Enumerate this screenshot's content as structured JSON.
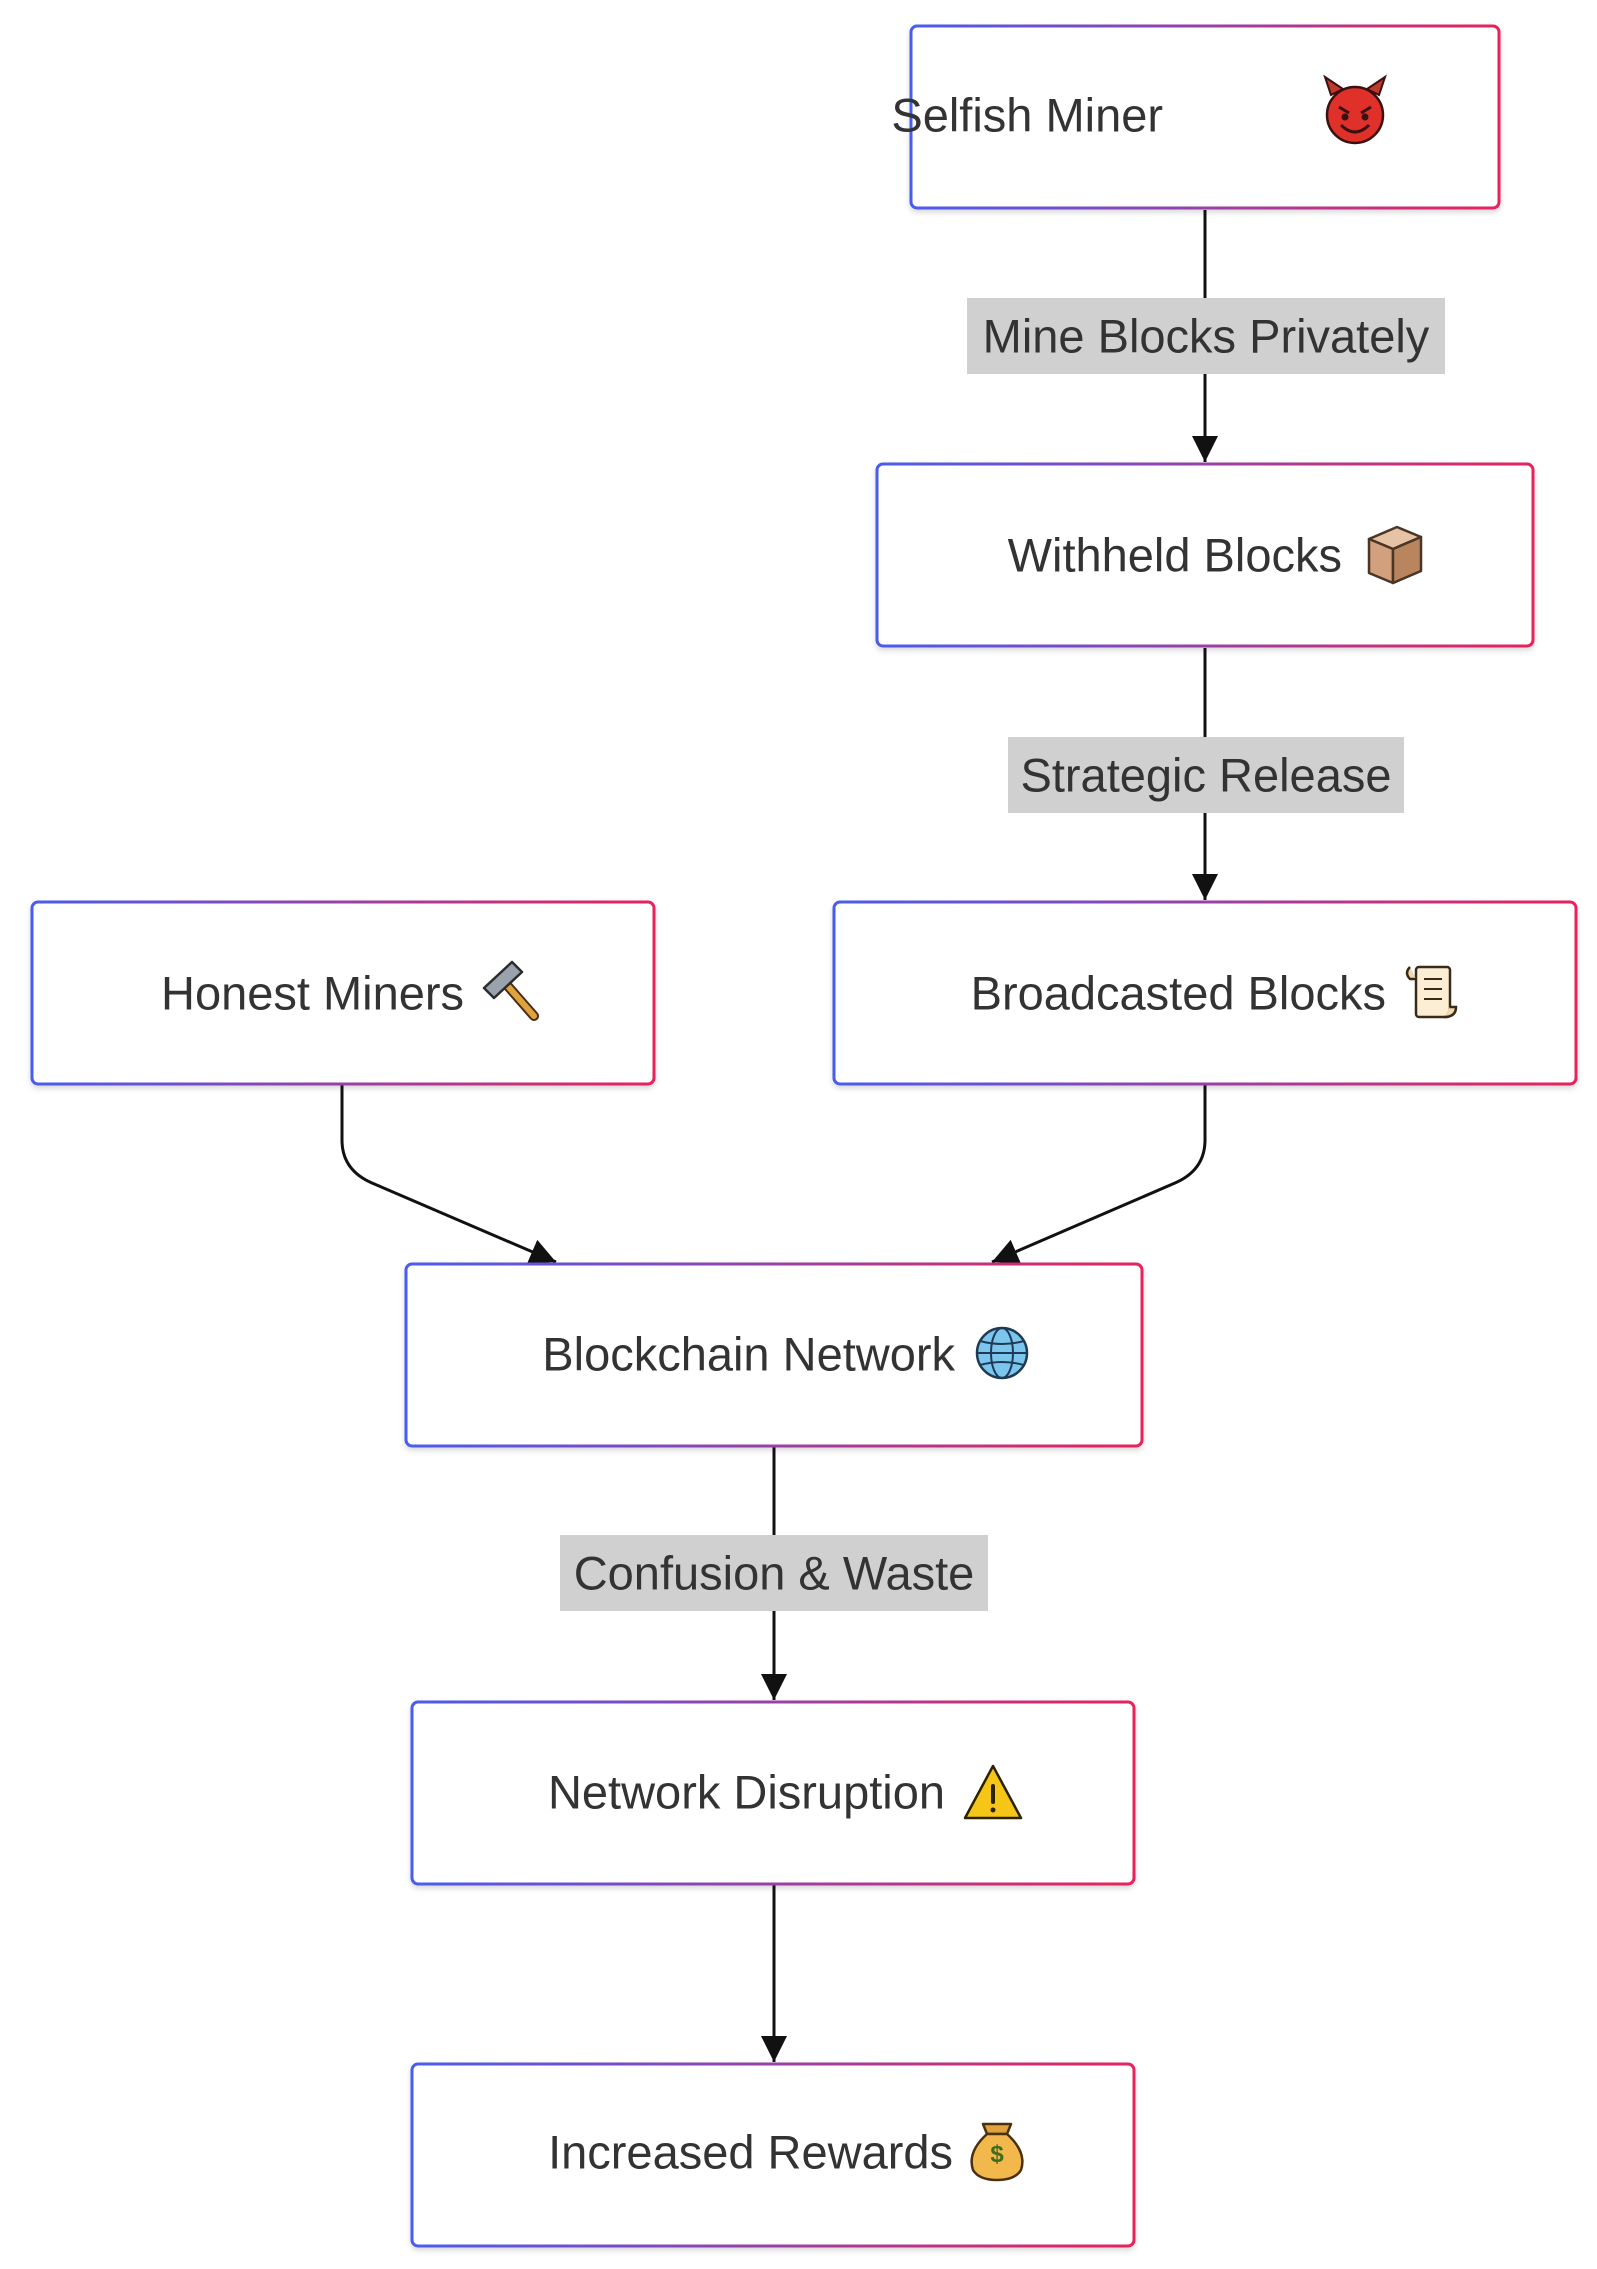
{
  "diagram": {
    "type": "flowchart",
    "nodes": {
      "selfish_miner": {
        "label": "Selfish Miner",
        "icon": "devil-face-icon"
      },
      "withheld_blocks": {
        "label": "Withheld Blocks",
        "icon": "package-icon"
      },
      "broadcasted_blocks": {
        "label": "Broadcasted Blocks",
        "icon": "scroll-icon"
      },
      "honest_miners": {
        "label": "Honest Miners",
        "icon": "hammer-icon"
      },
      "blockchain_network": {
        "label": "Blockchain Network",
        "icon": "globe-icon"
      },
      "network_disruption": {
        "label": "Network Disruption",
        "icon": "warning-icon"
      },
      "increased_rewards": {
        "label": "Increased Rewards",
        "icon": "money-bag-icon"
      }
    },
    "edges": {
      "mine_privately": {
        "from": "Selfish Miner",
        "to": "Withheld Blocks",
        "label": "Mine Blocks Privately"
      },
      "strategic_release": {
        "from": "Withheld Blocks",
        "to": "Broadcasted Blocks",
        "label": "Strategic Release"
      },
      "honest_to_network": {
        "from": "Honest Miners",
        "to": "Blockchain Network",
        "label": ""
      },
      "broadcast_to_network": {
        "from": "Broadcasted Blocks",
        "to": "Blockchain Network",
        "label": ""
      },
      "confusion_waste": {
        "from": "Blockchain Network",
        "to": "Network Disruption",
        "label": "Confusion & Waste"
      },
      "disruption_rewards": {
        "from": "Network Disruption",
        "to": "Increased Rewards",
        "label": ""
      }
    },
    "colors": {
      "border_start": "#4a5cf0",
      "border_end": "#e8235c",
      "edge_label_bg": "#d0d0d0",
      "text": "#333333",
      "arrow": "#111111"
    }
  }
}
